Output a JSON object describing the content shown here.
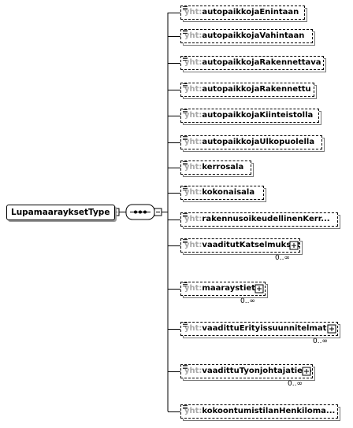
{
  "root": {
    "name": "LupamaarayksetType"
  },
  "namespace_prefix": "yht:",
  "elements": [
    {
      "name": "autopaikkojaEnintaan",
      "display": "autopaikkojaEnintaan",
      "has_children": false,
      "occurrence": ""
    },
    {
      "name": "autopaikkojaVahintaan",
      "display": "autopaikkojaVahintaan",
      "has_children": false,
      "occurrence": ""
    },
    {
      "name": "autopaikkojaRakennettava",
      "display": "autopaikkojaRakennettava",
      "has_children": false,
      "occurrence": ""
    },
    {
      "name": "autopaikkojaRakennettu",
      "display": "autopaikkojaRakennettu",
      "has_children": false,
      "occurrence": ""
    },
    {
      "name": "autopaikkojaKiinteistolla",
      "display": "autopaikkojaKiinteistolla",
      "has_children": false,
      "occurrence": ""
    },
    {
      "name": "autopaikkojaUlkopuolella",
      "display": "autopaikkojaUlkopuolella",
      "has_children": false,
      "occurrence": ""
    },
    {
      "name": "kerrosala",
      "display": "kerrosala",
      "has_children": false,
      "occurrence": ""
    },
    {
      "name": "kokonaisala",
      "display": "kokonaisala",
      "has_children": false,
      "occurrence": ""
    },
    {
      "name": "rakennusoikeudellinenKerrosala",
      "display": "rakennusoikeudellinenKerr...",
      "has_children": false,
      "occurrence": ""
    },
    {
      "name": "vaaditutKatselmukset",
      "display": "vaaditutKatselmukset",
      "has_children": true,
      "occurrence": "0..∞"
    },
    {
      "name": "maaraystieto",
      "display": "maaraystieto",
      "has_children": true,
      "occurrence": "0..∞"
    },
    {
      "name": "vaadittuErityissuunnitelma",
      "display": "vaadittuErityissuunnitelmat...",
      "has_children": true,
      "occurrence": "0..∞"
    },
    {
      "name": "vaadittuTyonjohtajatieto",
      "display": "vaadittuTyonjohtajatieto",
      "has_children": true,
      "occurrence": "0..∞"
    },
    {
      "name": "kokoontumistilanHenkilomaara",
      "display": "kokoontumistilanHenkiloma...",
      "has_children": false,
      "occurrence": ""
    }
  ]
}
